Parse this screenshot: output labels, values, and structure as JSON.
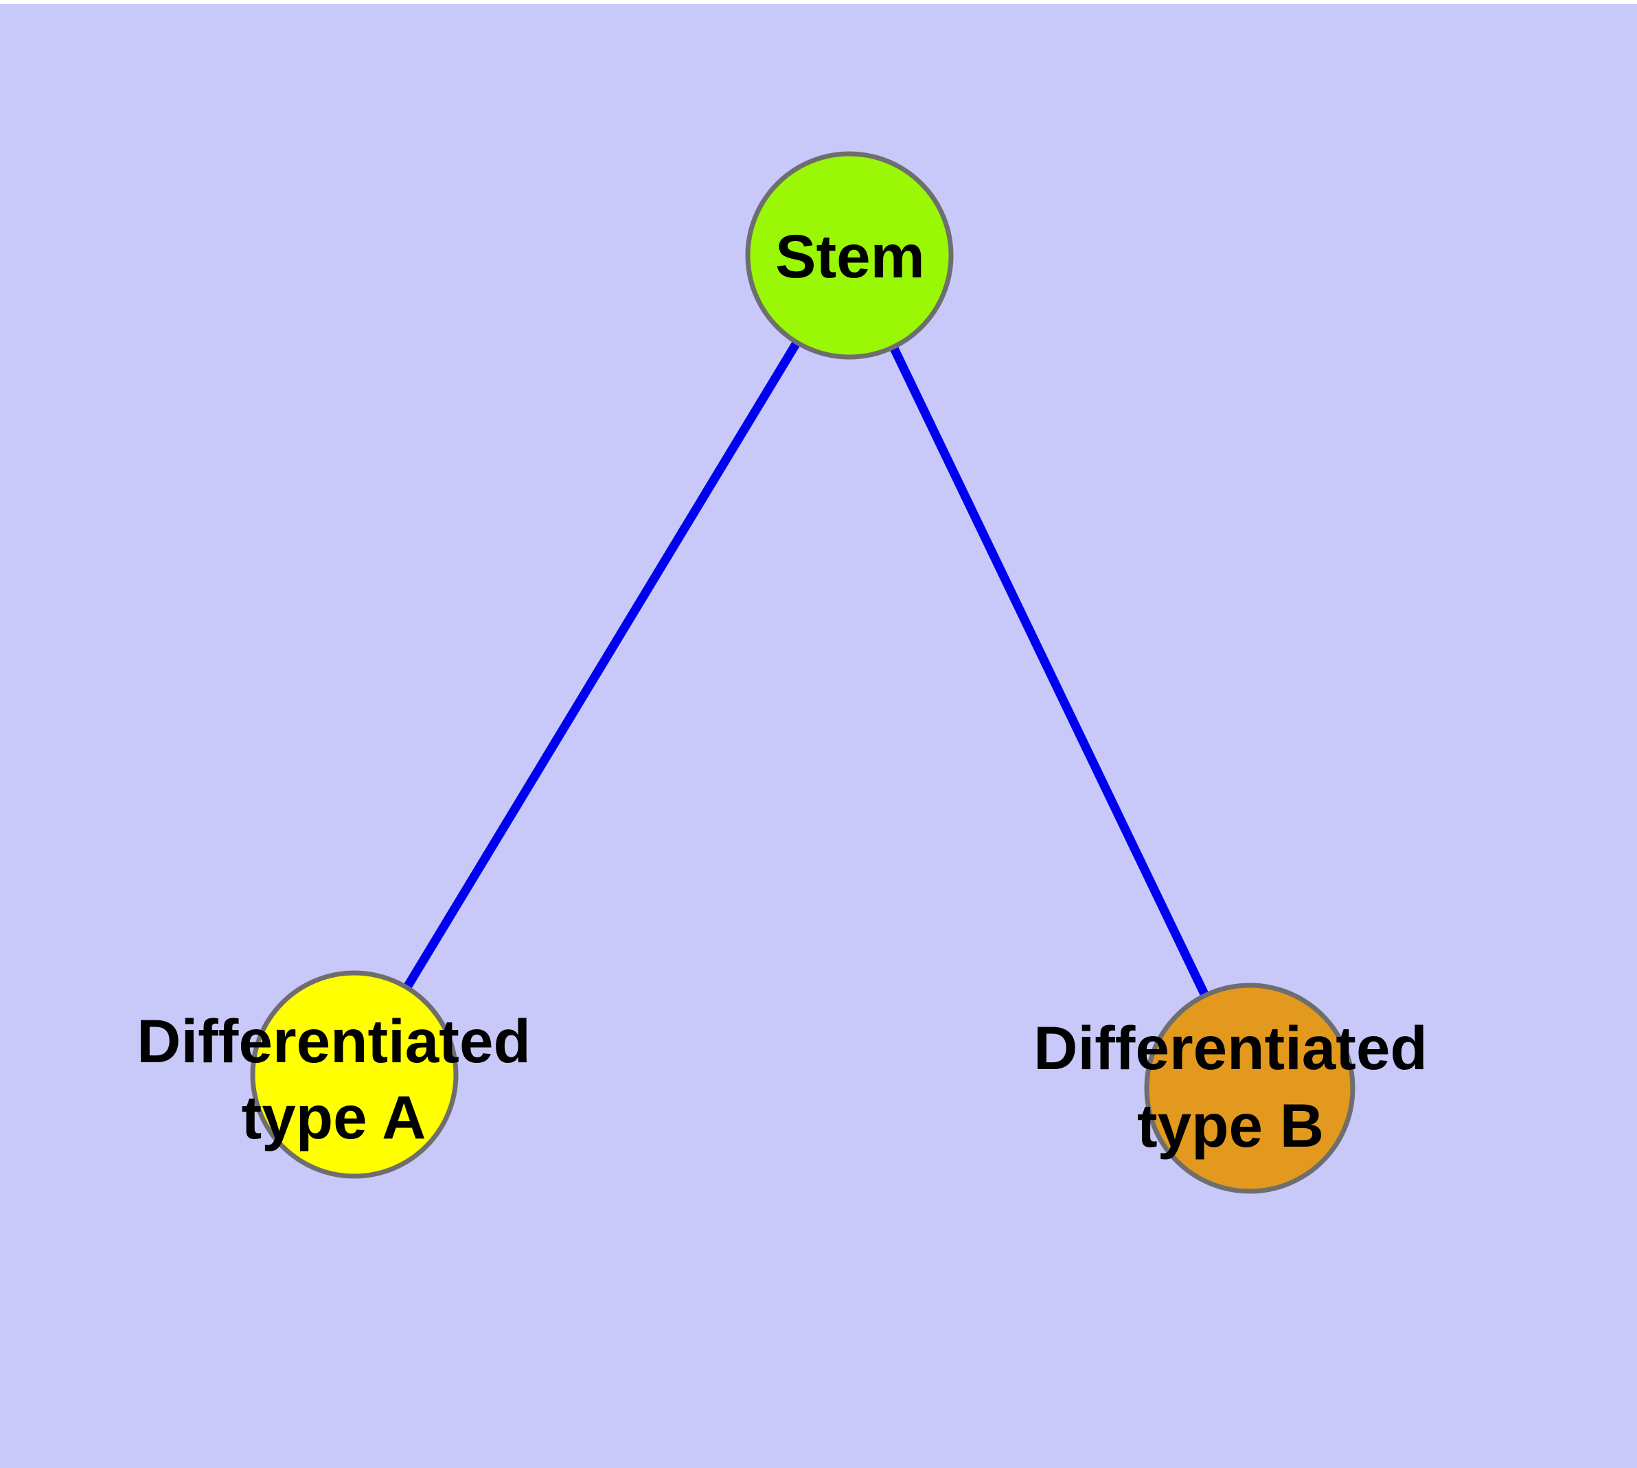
{
  "diagram": {
    "background_color": "#C9C9F9",
    "top_strip_color": "#FFFFFF",
    "node_border_color": "#6E6E6E",
    "label_color": "#000000",
    "nodes": [
      {
        "id": "stem",
        "label": "Stem",
        "fill": "#9AF706"
      },
      {
        "id": "type-a",
        "label_line1": "Differentiated",
        "label_line2": "type A",
        "fill": "#FFFF00"
      },
      {
        "id": "type-b",
        "label_line1": "Differentiated",
        "label_line2": "type B",
        "fill": "#E2991E"
      }
    ],
    "edges": [
      {
        "from": "Stem",
        "to": "Differentiated type A",
        "color": "#0000F0"
      },
      {
        "from": "Stem",
        "to": "Differentiated type B",
        "color": "#0000F0"
      }
    ]
  }
}
